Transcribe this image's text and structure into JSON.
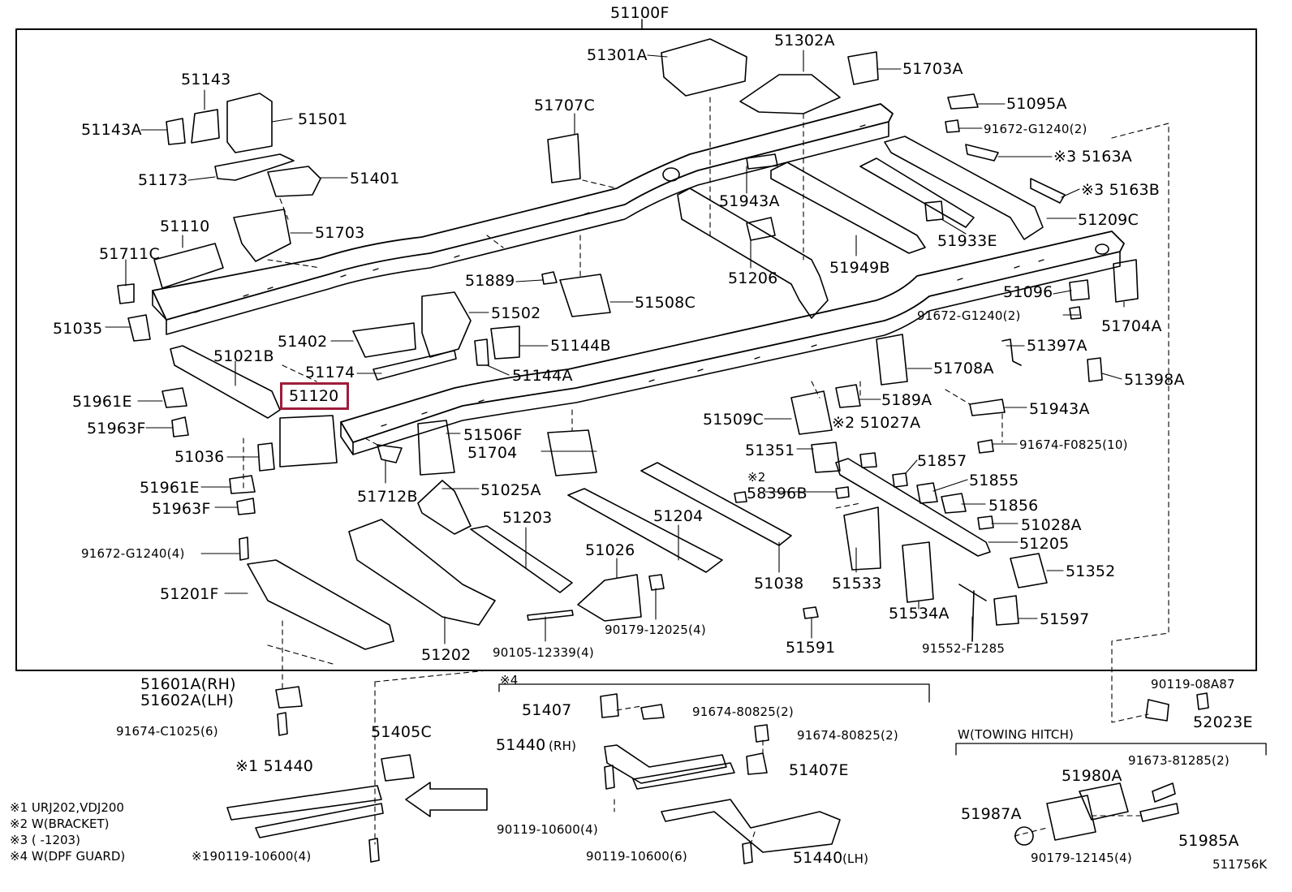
{
  "diagram_code": "511756K",
  "highlight": {
    "part": "51120",
    "color": "#9e1e3a"
  },
  "labels": [
    "51100F",
    "51301A",
    "51302A",
    "51703A",
    "51143",
    "51501",
    "51143A",
    "51707C",
    "51095A",
    "91672-G1240(2)",
    "※3 5163A",
    "51173",
    "51401",
    "51943A",
    "※3 5163B",
    "51209C",
    "51110",
    "51703",
    "51933E",
    "51711C",
    "51206",
    "51949B",
    "51889",
    "51096",
    "51035",
    "51508C",
    "51502",
    "91672-G1240(2)",
    "51704A",
    "51402",
    "51144B",
    "51397A",
    "51021B",
    "51174",
    "51144A",
    "51708A",
    "51398A",
    "51120",
    "51961E",
    "5189A",
    "51943A",
    "51963F",
    "51509C",
    "※2 51027A",
    "51506F",
    "91674-F0825(10)",
    "51036",
    "51704",
    "51351",
    "51857",
    "51855",
    "51961E",
    "51025A",
    "※2",
    "58396B",
    "51712B",
    "51856",
    "51963F",
    "51203",
    "51204",
    "51028A",
    "51205",
    "91672-G1240(4)",
    "51026",
    "51352",
    "51038",
    "51533",
    "51201F",
    "90179-12025(4)",
    "51534A",
    "51597",
    "51202",
    "90105-12339(4)",
    "51591",
    "91552-F1285",
    "51601A(RH)",
    "51602A(LH)",
    "90119-08A87",
    "※4",
    "51407",
    "91674-80825(2)",
    "52023E",
    "91674-C1025(6)",
    "51405C",
    "W(TOWING HITCH)",
    "91674-80825(2)",
    "51440",
    "(RH)",
    "91673-81285(2)",
    "51980A",
    "※1 51440",
    "51407E",
    "51987A",
    "51985A",
    "90119-10600(4)",
    "※190119-10600(4)",
    "90119-10600(6)",
    "51440",
    "(LH)",
    "90179-12145(4)"
  ],
  "notes": [
    "※1 URJ202,VDJ200",
    "※2 W(BRACKET)",
    "※3 (      -1203)",
    "※4 W(DPF GUARD)"
  ]
}
